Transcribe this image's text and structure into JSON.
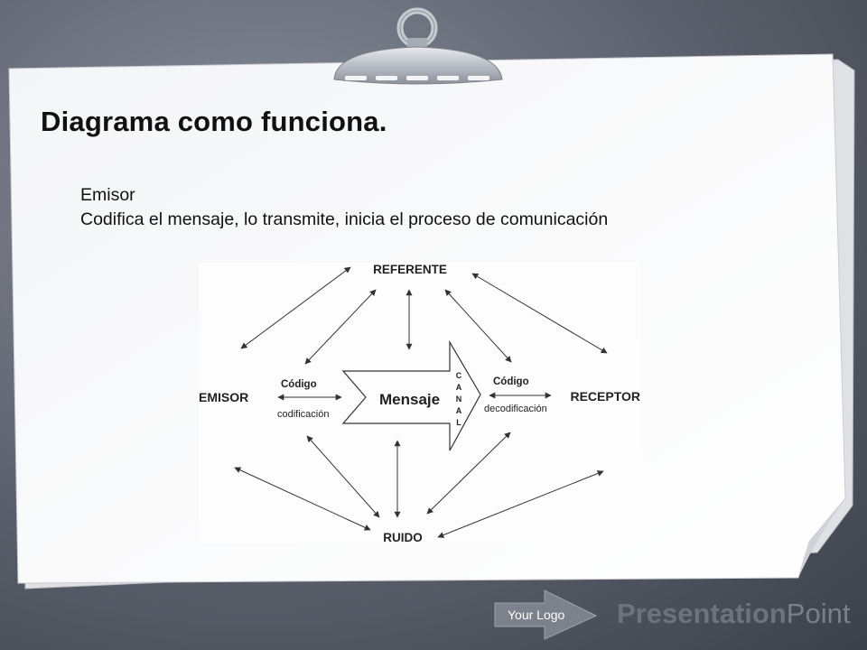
{
  "slide": {
    "title": "Diagrama como funciona.",
    "body_lines": [
      "Emisor",
      "Codifica el mensaje, lo transmite, inicia el proceso de comunicación"
    ]
  },
  "diagram": {
    "nodes": {
      "referente": "REFERENTE",
      "emisor": "EMISOR",
      "receptor": "RECEPTOR",
      "ruido": "RUIDO",
      "mensaje": "Mensaje"
    },
    "codigo_left": "Código",
    "codificacion": "codificación",
    "codigo_right": "Código",
    "decodificacion": "decodificación",
    "canal_letters": [
      "C",
      "A",
      "N",
      "A",
      "L"
    ]
  },
  "footer": {
    "logo_text": "Your Logo",
    "brand_part1": "Presentation",
    "brand_part2": "Point"
  }
}
